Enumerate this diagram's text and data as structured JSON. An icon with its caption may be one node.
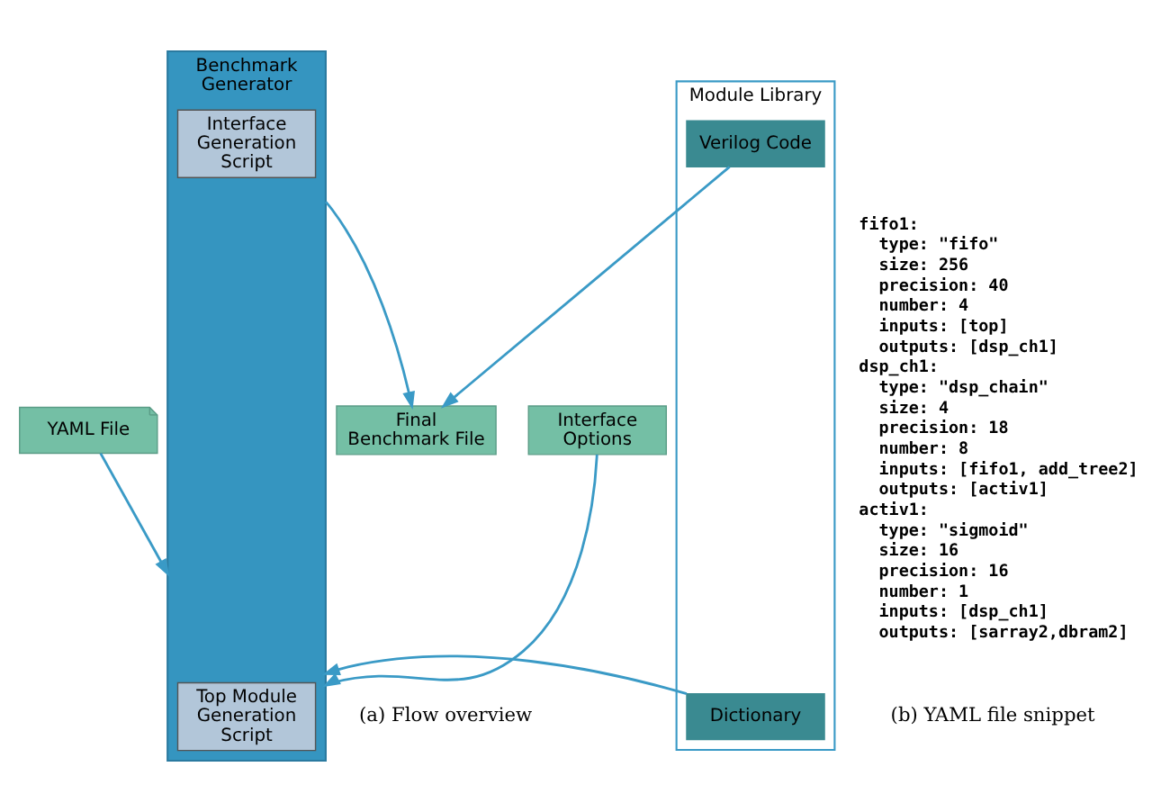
{
  "diagram": {
    "nodes": [
      {
        "text": [
          "YAML File"
        ]
      },
      {
        "text": [
          "Interface Options"
        ]
      },
      {
        "text": [
          "Benchmark Generator"
        ]
      },
      {
        "text": [
          "Top Module Generation Script"
        ],
        "in": 2
      },
      {
        "text": [
          "Interface Generation Script"
        ],
        "in": 2
      },
      {
        "text": [
          "Module Library"
        ]
      },
      {
        "text": [
          "Dictionary"
        ],
        "in": 5
      },
      {
        "text": [
          "Verilog Code"
        ],
        "in": 5
      },
      {
        "text": [
          "Final Benchmark File"
        ]
      }
    ],
    "edges": [
      {
        "from": 0,
        "to": 2,
        "arrow": "to"
      },
      {
        "from": 1,
        "to": 2,
        "arrow": "to"
      },
      {
        "from": 6,
        "to": 2,
        "arrow": "to"
      },
      {
        "from": 2,
        "to": 8,
        "arrow": "to"
      },
      {
        "from": 7,
        "to": 8,
        "arrow": "to"
      }
    ],
    "labels": [
      "fifo1:",
      "  type: \"fifo\"",
      "  size: 256",
      "  precision: 40",
      "  number: 4",
      "  inputs: [top]",
      "  outputs: [dsp_ch1]",
      "dsp_ch1:",
      "  type: \"dsp_chain\"",
      "  size: 4",
      "  precision: 18",
      "  number: 8",
      "  inputs: [fifo1, add_tree2]",
      "  outputs: [activ1]",
      "activ1:",
      "  type: \"sigmoid\"",
      "  size: 16",
      "  precision: 16",
      "  number: 1",
      "  inputs: [dsp_ch1]",
      "  outputs: [sarray2,dbram2]",
      "(a) Flow overview",
      "(b) YAML file snippet"
    ]
  }
}
